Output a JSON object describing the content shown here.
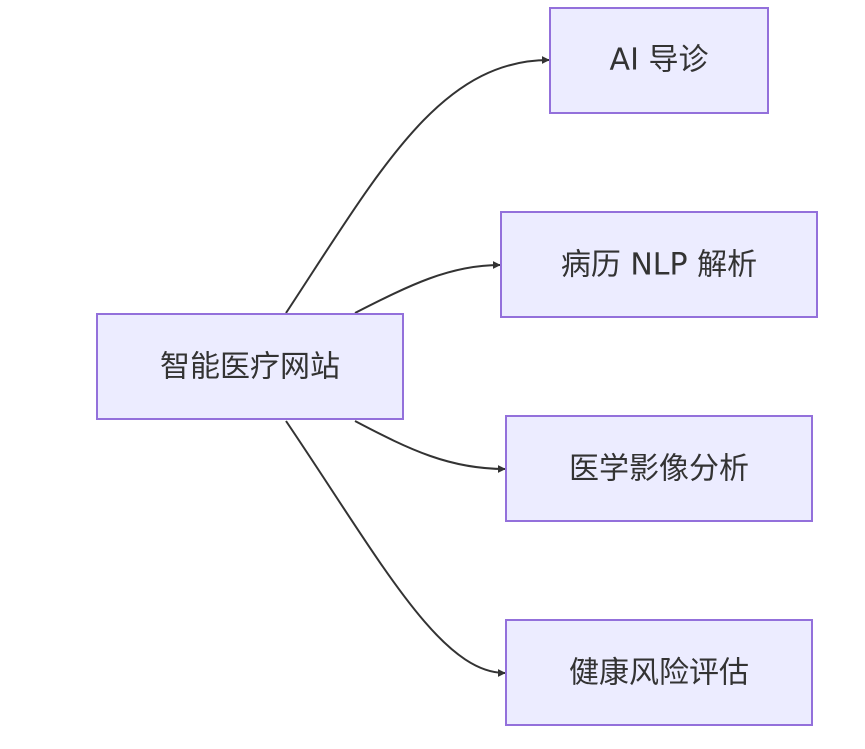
{
  "diagram": {
    "nodes": {
      "root": {
        "label": "智能医疗网站"
      },
      "ai_triage": {
        "label": "AI 导诊"
      },
      "nlp": {
        "label": "病历 NLP 解析"
      },
      "imaging": {
        "label": "医学影像分析"
      },
      "risk": {
        "label": "健康风险评估"
      }
    },
    "edges": [
      {
        "from": "root",
        "to": "ai_triage"
      },
      {
        "from": "root",
        "to": "nlp"
      },
      {
        "from": "root",
        "to": "imaging"
      },
      {
        "from": "root",
        "to": "risk"
      }
    ],
    "colors": {
      "node_fill": "#ececff",
      "node_stroke": "#9370db",
      "edge": "#333333",
      "text": "#333333"
    }
  }
}
